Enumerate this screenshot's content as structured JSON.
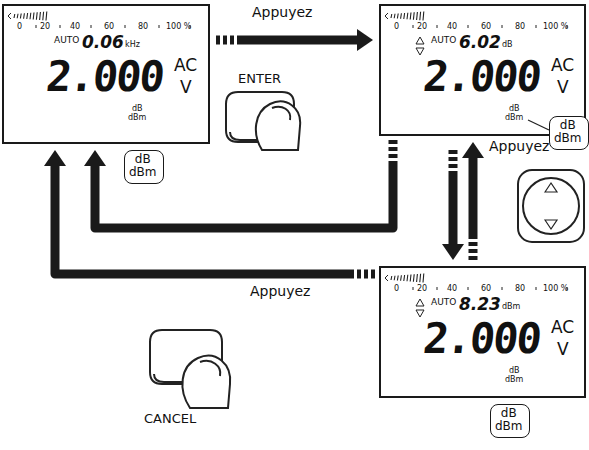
{
  "diagram": {
    "nodes": [
      {
        "text": [
          "0",
          "20",
          "40",
          "60",
          "80",
          "100 %",
          "AUTO",
          "0.06",
          "kHz",
          "2.000",
          "AC",
          "V",
          "dB dBm"
        ]
      },
      {
        "text": [
          "dB dBm"
        ]
      },
      {
        "text": [
          "0",
          "20",
          "40",
          "60",
          "80",
          "100 %",
          "AUTO",
          "6.02",
          "dB",
          "2.000",
          "AC",
          "V",
          "dB dBm"
        ]
      },
      {
        "text": [
          "dB dBm"
        ]
      },
      {
        "text": [
          "0",
          "20",
          "40",
          "60",
          "80",
          "100 %",
          "AUTO",
          "8.23",
          "dBm",
          "2.000",
          "AC",
          "V",
          "dB dBm"
        ]
      },
      {
        "text": [
          "dB dBm"
        ]
      }
    ],
    "edges": [
      {
        "from": 0,
        "to": 2,
        "arrow": "to",
        "label": "Appuyez"
      },
      {
        "from": 2,
        "to": 4,
        "arrow": "both",
        "label": "Appuyez"
      },
      {
        "from": 2,
        "to": 0,
        "arrow": "to"
      },
      {
        "from": 4,
        "to": 0,
        "arrow": "to",
        "label": "Appuyez"
      }
    ],
    "labels": [
      "ENTER",
      "CANCEL"
    ]
  }
}
